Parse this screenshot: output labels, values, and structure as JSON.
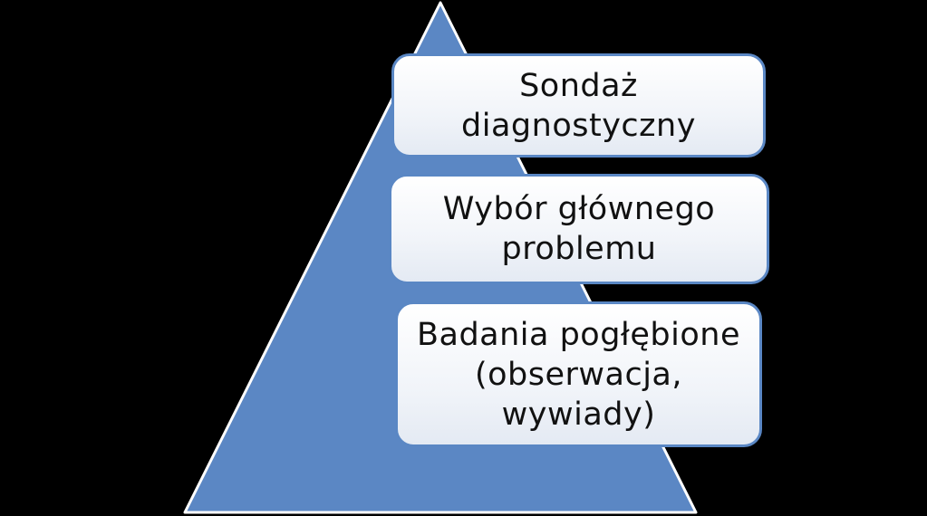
{
  "diagram": {
    "levels": [
      {
        "text": "Sondaż\ndiagnostyczny"
      },
      {
        "text": "Wybór głównego\nproblemu"
      },
      {
        "text": "Badania pogłębione\n(obserwacja,\nwywiady)"
      }
    ]
  },
  "colors": {
    "background": "#000000",
    "pyramid_fill": "#5b87c4",
    "pyramid_stroke": "#ffffff",
    "box_border": "#5a87c4",
    "box_fill": "#ffffff",
    "text": "#111111"
  }
}
